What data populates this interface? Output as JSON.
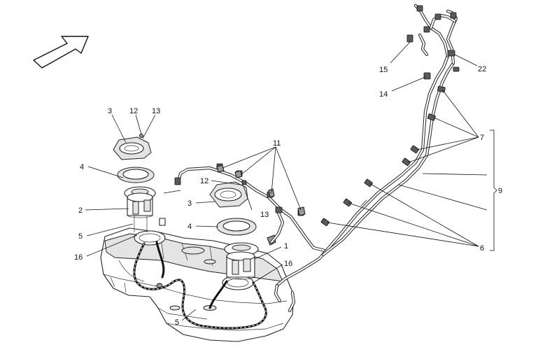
{
  "labels": {
    "l1": "1",
    "l2": "2",
    "l3a": "3",
    "l3b": "3",
    "l4a": "4",
    "l4b": "4",
    "l5a": "5",
    "l5b": "5",
    "l6": "6",
    "l7": "7",
    "l9": "9",
    "l11": "11",
    "l12a": "12",
    "l12b": "12",
    "l13a": "13",
    "l13b": "13",
    "l14": "14",
    "l15": "15",
    "l16a": "16",
    "l16b": "16",
    "l22": "22"
  }
}
